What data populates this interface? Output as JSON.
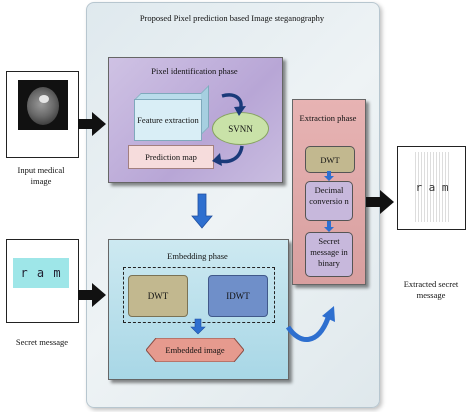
{
  "diagram": {
    "title": "Proposed Pixel prediction based Image steganography",
    "inputs": {
      "medical_image_label": "Input medical image",
      "secret_message_label": "Secret message",
      "secret_text_sample": "r a m"
    },
    "output": {
      "label": "Extracted secret message",
      "sample_text": "r a m"
    },
    "pixel_identification": {
      "title": "Pixel identification phase",
      "feature_extraction": "Feature extraction",
      "svnn": "SVNN",
      "prediction_map": "Prediction map"
    },
    "embedding": {
      "title": "Embedding phase",
      "dwt": "DWT",
      "idwt": "IDWT",
      "embedded_image": "Embedded image"
    },
    "extraction": {
      "title": "Extraction phase",
      "dwt": "DWT",
      "decimal_conversion": "Decimal conversio n",
      "secret_binary": "Secret message in binary"
    }
  }
}
